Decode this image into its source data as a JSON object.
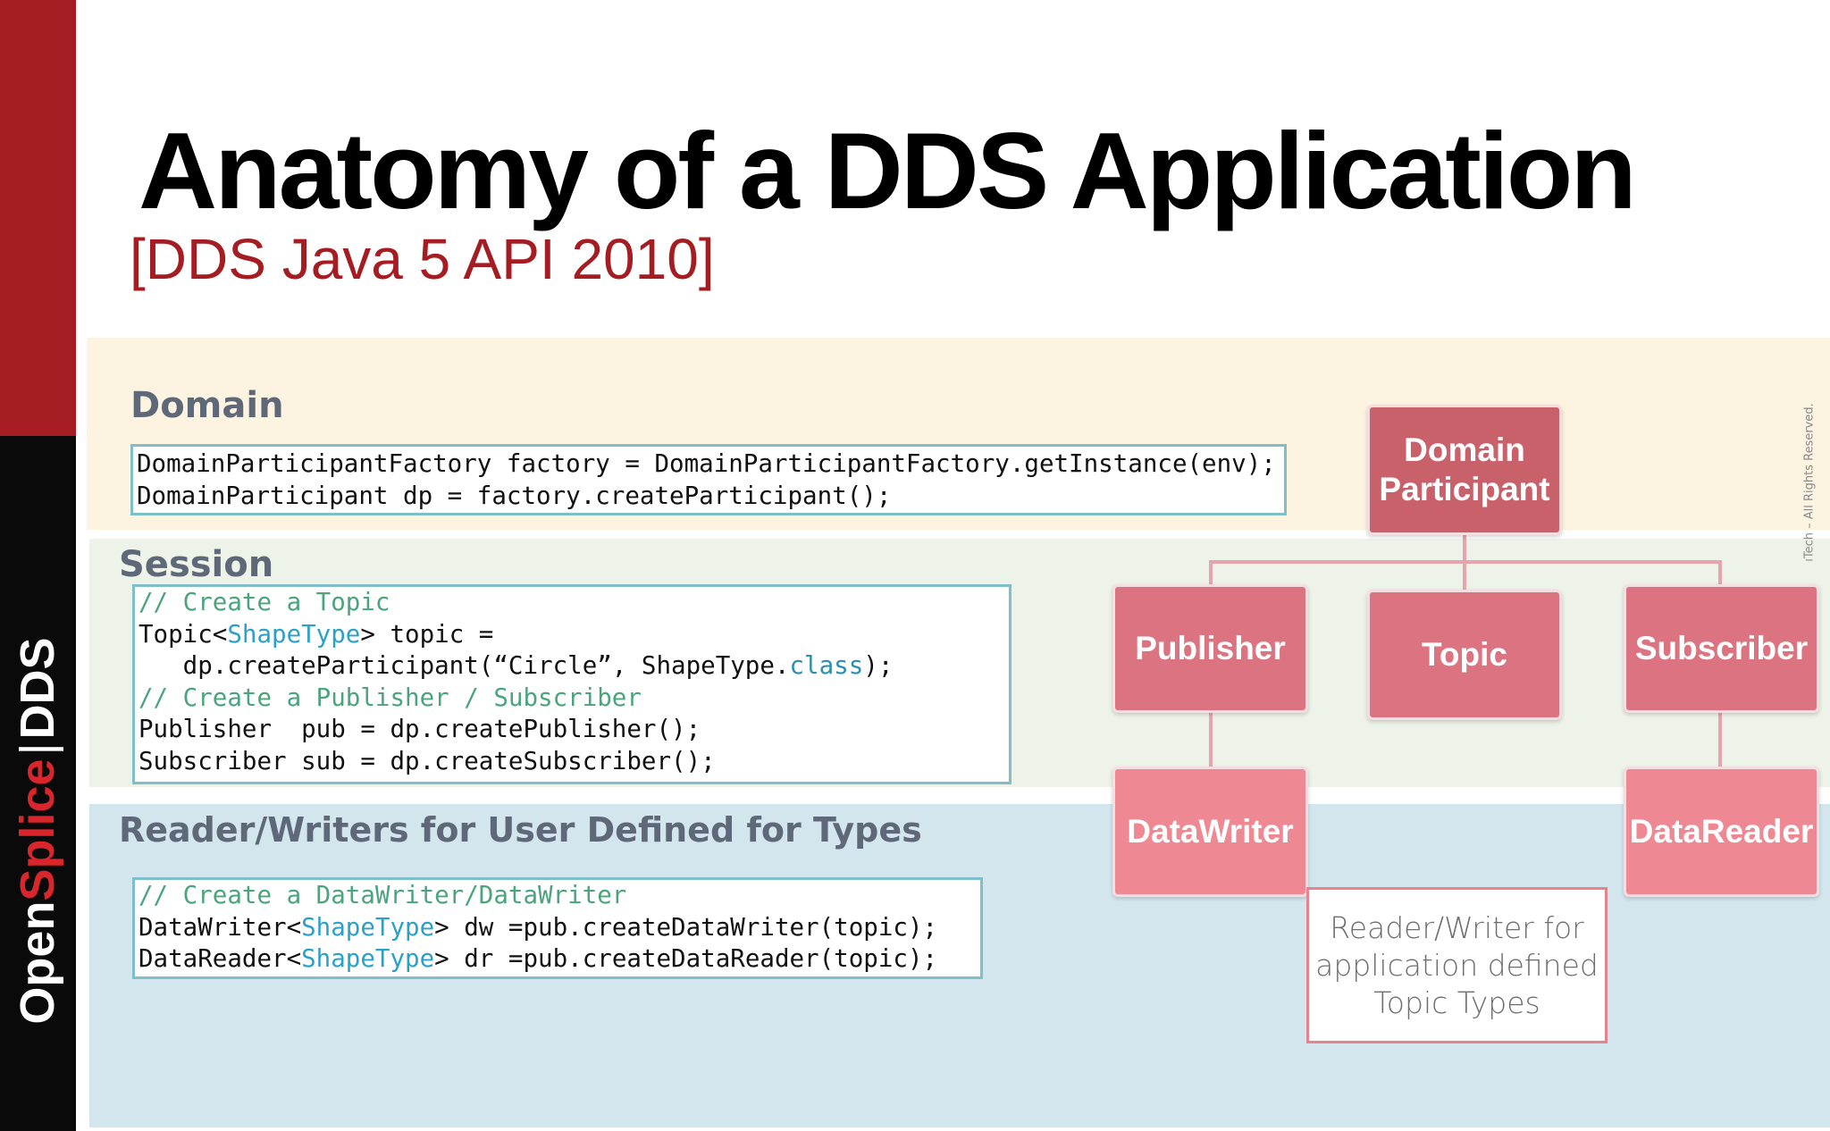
{
  "brand": {
    "part1": "Open",
    "part2": "Splice",
    "separator": "|",
    "part3": "DDS"
  },
  "title": "Anatomy of a DDS Application",
  "subtitle": "[DDS Java 5 API 2010]",
  "sections": {
    "domain": "Domain",
    "session": "Session",
    "readers_writers": "Reader/Writers for User Defined for Types"
  },
  "code": {
    "domain": [
      {
        "text": "DomainParticipantFactory factory = DomainParticipantFactory.getInstance(env);"
      },
      {
        "text": "DomainParticipant dp = factory.createParticipant();"
      }
    ],
    "session": {
      "l1": "// Create a Topic",
      "l2a": "Topic<",
      "l2type": "ShapeType",
      "l2b": "> topic =",
      "l3a": "   dp.createParticipant(“Circle”, ShapeType.",
      "l3kw": "class",
      "l3b": ");",
      "l4": "// Create a Publisher / Subscriber",
      "l5": "Publisher  pub = dp.createPublisher();",
      "l6": "Subscriber sub = dp.createSubscriber();"
    },
    "rw": {
      "l1": "// Create a DataWriter/DataWriter",
      "l2a": "DataWriter<",
      "l2type": "ShapeType",
      "l2b": "> dw =pub.createDataWriter(topic);",
      "l3a": "DataReader<",
      "l3type": "ShapeType",
      "l3b": "> dr =pub.createDataReader(topic);"
    }
  },
  "diagram": {
    "domain_participant": {
      "line1": "Domain",
      "line2": "Participant"
    },
    "publisher": "Publisher",
    "topic": "Topic",
    "subscriber": "Subscriber",
    "datawriter": "DataWriter",
    "datareader": "DataReader",
    "note": {
      "line1": "Reader/Writer for",
      "line2": "application defined",
      "line3": "Topic Types"
    }
  },
  "copyright": "ıTech – All Rights Reserved."
}
